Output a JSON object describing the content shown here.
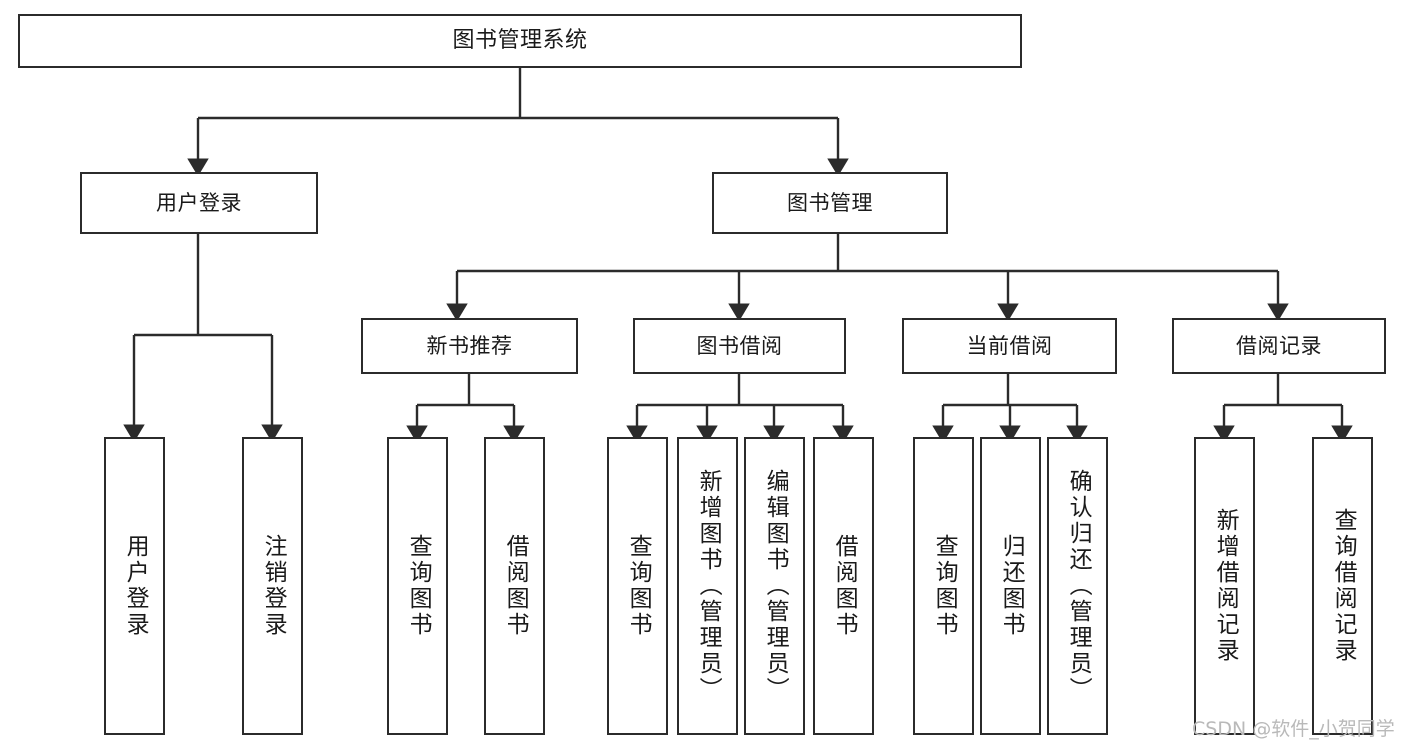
{
  "diagram": {
    "title": "图书管理系统",
    "type": "tree-hierarchy-chart",
    "colors": {
      "stroke": "#2b2b2b",
      "fill": "#ffffff",
      "text": "#1a1a1a",
      "watermark": "#b9b9b9"
    },
    "watermark": "CSDN @软件_小贺同学"
  },
  "nodes": {
    "root": {
      "label": "图书管理系统"
    },
    "level1": [
      {
        "id": "user-login",
        "label": "用户登录"
      },
      {
        "id": "book-manage",
        "label": "图书管理"
      }
    ],
    "level2": [
      {
        "id": "new-book-recommend",
        "label": "新书推荐",
        "parent": "book-manage"
      },
      {
        "id": "book-borrow",
        "label": "图书借阅",
        "parent": "book-manage"
      },
      {
        "id": "current-borrow",
        "label": "当前借阅",
        "parent": "book-manage"
      },
      {
        "id": "borrow-record",
        "label": "借阅记录",
        "parent": "book-manage"
      }
    ],
    "leaves": [
      {
        "id": "leaf-user-login",
        "label": "用户登录",
        "parent": "user-login"
      },
      {
        "id": "leaf-user-logout",
        "label": "注销登录",
        "parent": "user-login"
      },
      {
        "id": "leaf-query-book-1",
        "label": "查询图书",
        "parent": "new-book-recommend"
      },
      {
        "id": "leaf-borrow-book-1",
        "label": "借阅图书",
        "parent": "new-book-recommend"
      },
      {
        "id": "leaf-query-book-2",
        "label": "查询图书",
        "parent": "book-borrow"
      },
      {
        "id": "leaf-add-book",
        "label": "新增图书（管理员）",
        "parent": "book-borrow"
      },
      {
        "id": "leaf-edit-book",
        "label": "编辑图书（管理员）",
        "parent": "book-borrow"
      },
      {
        "id": "leaf-borrow-book-2",
        "label": "借阅图书",
        "parent": "book-borrow"
      },
      {
        "id": "leaf-query-book-3",
        "label": "查询图书",
        "parent": "current-borrow"
      },
      {
        "id": "leaf-return-book",
        "label": "归还图书",
        "parent": "current-borrow"
      },
      {
        "id": "leaf-confirm-return",
        "label": "确认归还（管理员）",
        "parent": "current-borrow"
      },
      {
        "id": "leaf-add-record",
        "label": "新增借阅记录",
        "parent": "borrow-record"
      },
      {
        "id": "leaf-query-record",
        "label": "查询借阅记录",
        "parent": "borrow-record"
      }
    ]
  }
}
